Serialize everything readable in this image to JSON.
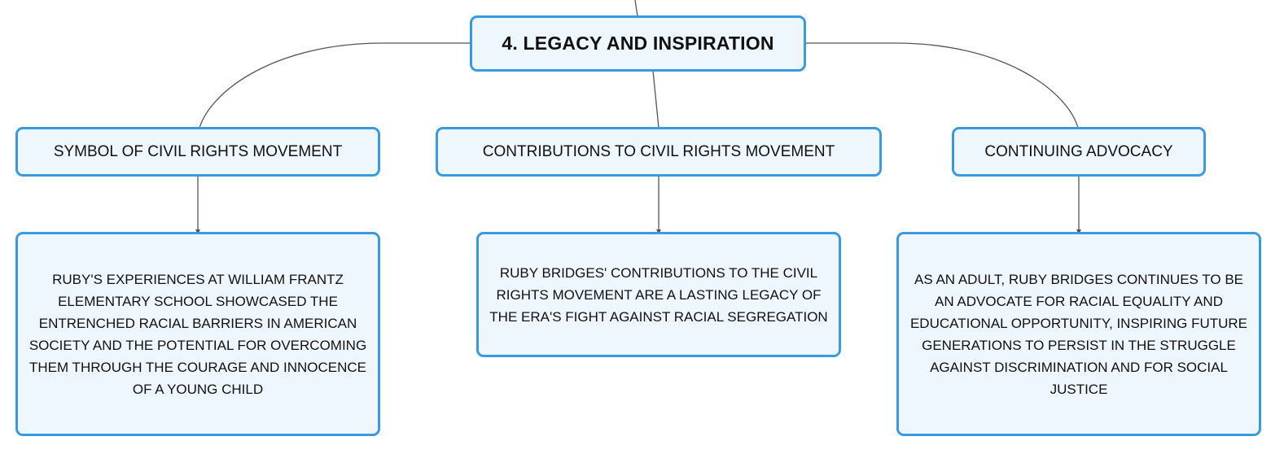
{
  "root": {
    "label": "4. LEGACY AND INSPIRATION"
  },
  "branches": [
    {
      "topic": "SYMBOL OF CIVIL RIGHTS MOVEMENT",
      "detail": "RUBY'S EXPERIENCES AT WILLIAM FRANTZ ELEMENTARY SCHOOL SHOWCASED THE ENTRENCHED RACIAL BARRIERS IN AMERICAN SOCIETY AND THE POTENTIAL FOR OVERCOMING THEM THROUGH THE COURAGE AND INNOCENCE OF A YOUNG CHILD"
    },
    {
      "topic": "CONTRIBUTIONS TO CIVIL RIGHTS MOVEMENT",
      "detail": "RUBY BRIDGES' CONTRIBUTIONS TO THE CIVIL RIGHTS MOVEMENT ARE A LASTING LEGACY OF THE ERA'S FIGHT AGAINST RACIAL SEGREGATION"
    },
    {
      "topic": "CONTINUING ADVOCACY",
      "detail": "AS AN ADULT, RUBY BRIDGES CONTINUES TO BE AN ADVOCATE FOR RACIAL EQUALITY AND EDUCATIONAL OPPORTUNITY, INSPIRING FUTURE GENERATIONS TO PERSIST IN THE STRUGGLE AGAINST DISCRIMINATION AND FOR SOCIAL JUSTICE"
    }
  ],
  "colors": {
    "node_border": "#3a9ae0",
    "node_fill": "#eef7fd",
    "connector": "#555555",
    "text": "#111111"
  }
}
